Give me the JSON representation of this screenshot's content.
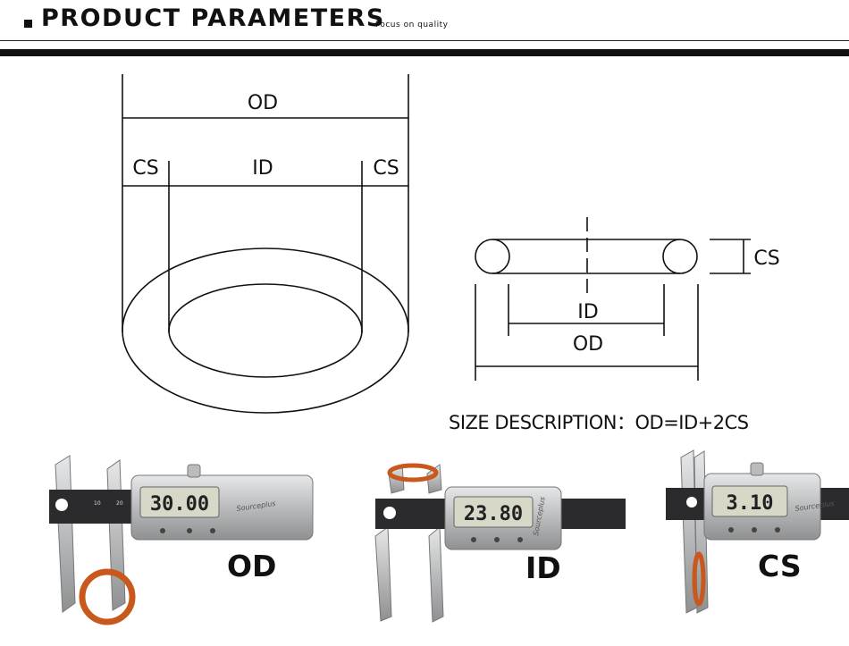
{
  "header": {
    "title": "PRODUCT PARAMETERS",
    "subtitle": "Focus on quality"
  },
  "ring_diagram": {
    "od_label": "OD",
    "cs_left_label": "CS",
    "id_label": "ID",
    "cs_right_label": "CS"
  },
  "section_diagram": {
    "cs_label": "CS",
    "id_label": "ID",
    "od_label": "OD"
  },
  "size_description": "SIZE DESCRIPTION：OD=ID+2CS",
  "photos": [
    {
      "reading": "30.00",
      "label": "OD",
      "brand": "Sourceplus"
    },
    {
      "reading": "23.80",
      "label": "ID",
      "brand": "Sourceplus"
    },
    {
      "reading": "3.10",
      "label": "CS",
      "brand": "Sourceplus"
    }
  ],
  "colors": {
    "ink": "#111111",
    "ring_orange": "#c8581c",
    "lcd": "#d7d8c8",
    "caliper_metal": "#c9cbcc"
  }
}
